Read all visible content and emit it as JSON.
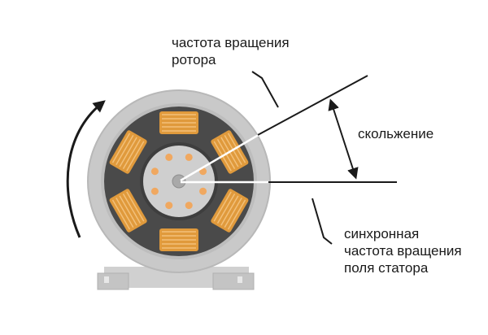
{
  "labels": {
    "rotor_speed": [
      "частота вращения",
      "ротора"
    ],
    "slip": "скольжение",
    "stator_speed": [
      "синхронная",
      "частота вращения",
      "поля статора"
    ]
  },
  "colors": {
    "housing": "#c9c9c9",
    "housing_edge": "#b5b5b5",
    "stator_core": "#4a4a4a",
    "rotor": "#cfcfcf",
    "winding": "#e09a3c",
    "winding_line": "#f2c07a",
    "dot": "#f0a860",
    "line": "#1a1a1a"
  },
  "icons": {
    "rotation_arrow": "curved-arrow-icon",
    "slip_arrow": "double-arrow-icon"
  }
}
